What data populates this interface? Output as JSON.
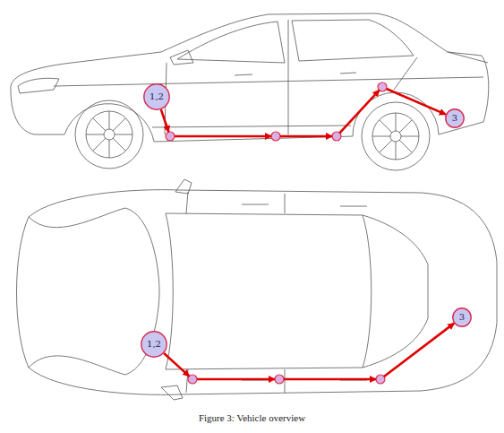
{
  "diagram": {
    "caption": "Figure 3: Vehicle overview",
    "nodes": [
      {
        "text": [
          "1,2"
        ]
      },
      {
        "text": [
          "3"
        ]
      },
      {
        "text": [
          "1,2"
        ]
      },
      {
        "text": [
          "3"
        ]
      }
    ],
    "edges": [
      {
        "from": 0,
        "to": 1,
        "arrow": "to"
      },
      {
        "from": 2,
        "to": 3,
        "arrow": "to"
      }
    ]
  }
}
